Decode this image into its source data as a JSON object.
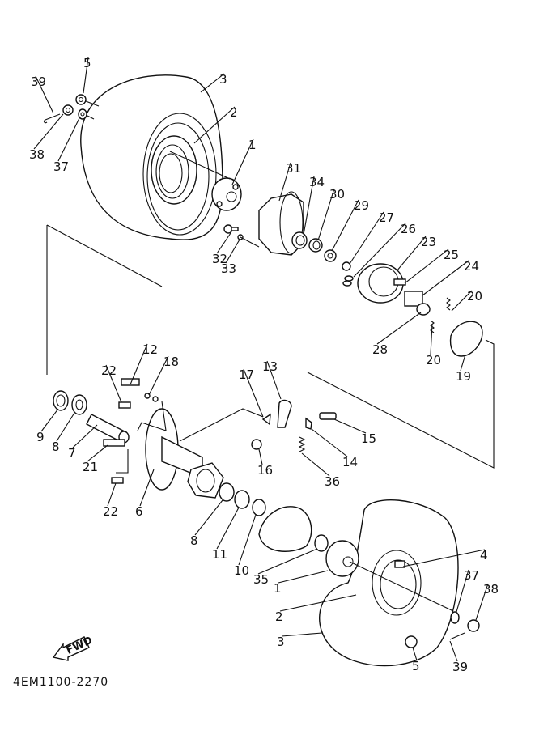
{
  "diagram": {
    "drawing_code": "4EM1100-2270",
    "fwd_label": "FWD",
    "callouts": [
      {
        "id": "c39a",
        "text": "39",
        "part": "cotter-pin"
      },
      {
        "id": "c5a",
        "text": "5",
        "part": "nut"
      },
      {
        "id": "c3a",
        "text": "3",
        "part": "tire"
      },
      {
        "id": "c2a",
        "text": "2",
        "part": "wheel"
      },
      {
        "id": "c38a",
        "text": "38",
        "part": "castle-nut"
      },
      {
        "id": "c37a",
        "text": "37",
        "part": "washer"
      },
      {
        "id": "c1a",
        "text": "1",
        "part": "hub"
      },
      {
        "id": "c31",
        "text": "31",
        "part": "brake-drum"
      },
      {
        "id": "c34",
        "text": "34",
        "part": "oil-seal"
      },
      {
        "id": "c30",
        "text": "30",
        "part": "bearing"
      },
      {
        "id": "c29",
        "text": "29",
        "part": "nut"
      },
      {
        "id": "c27",
        "text": "27",
        "part": "nut"
      },
      {
        "id": "c26",
        "text": "26",
        "part": "lock-washer"
      },
      {
        "id": "c23",
        "text": "23",
        "part": "brake-shoe-plate"
      },
      {
        "id": "c25",
        "text": "25",
        "part": "bolt"
      },
      {
        "id": "c24",
        "text": "24",
        "part": "cam-holder"
      },
      {
        "id": "c20a",
        "text": "20",
        "part": "spring"
      },
      {
        "id": "c32",
        "text": "32",
        "part": "bolt"
      },
      {
        "id": "c33",
        "text": "33",
        "part": "o-ring"
      },
      {
        "id": "c28",
        "text": "28",
        "part": "cap"
      },
      {
        "id": "c20b",
        "text": "20",
        "part": "spring"
      },
      {
        "id": "c19",
        "text": "19",
        "part": "brake-shoe"
      },
      {
        "id": "c12",
        "text": "12",
        "part": "bolt"
      },
      {
        "id": "c18",
        "text": "18",
        "part": "washer"
      },
      {
        "id": "c22a",
        "text": "22",
        "part": "bolt"
      },
      {
        "id": "c13",
        "text": "13",
        "part": "cam-lever"
      },
      {
        "id": "c17",
        "text": "17",
        "part": "indicator-plate"
      },
      {
        "id": "c15",
        "text": "15",
        "part": "bolt"
      },
      {
        "id": "c14",
        "text": "14",
        "part": "bracket"
      },
      {
        "id": "c16",
        "text": "16",
        "part": "nut"
      },
      {
        "id": "c36",
        "text": "36",
        "part": "spring"
      },
      {
        "id": "c9",
        "text": "9",
        "part": "oil-seal"
      },
      {
        "id": "c8a",
        "text": "8",
        "part": "bearing"
      },
      {
        "id": "c7",
        "text": "7",
        "part": "collar"
      },
      {
        "id": "c21",
        "text": "21",
        "part": "stud-bolt"
      },
      {
        "id": "c22b",
        "text": "22",
        "part": "bolt"
      },
      {
        "id": "c6",
        "text": "6",
        "part": "axle-housing"
      },
      {
        "id": "c8b",
        "text": "8",
        "part": "bearing"
      },
      {
        "id": "c11",
        "text": "11",
        "part": "bearing"
      },
      {
        "id": "c10",
        "text": "10",
        "part": "oil-seal"
      },
      {
        "id": "c35",
        "text": "35",
        "part": "oil-seal"
      },
      {
        "id": "c1b",
        "text": "1",
        "part": "hub"
      },
      {
        "id": "c4",
        "text": "4",
        "part": "valve"
      },
      {
        "id": "c2b",
        "text": "2",
        "part": "wheel"
      },
      {
        "id": "c3b",
        "text": "3",
        "part": "tire"
      },
      {
        "id": "c5b",
        "text": "5",
        "part": "nut"
      },
      {
        "id": "c37b",
        "text": "37",
        "part": "washer"
      },
      {
        "id": "c38b",
        "text": "38",
        "part": "castle-nut"
      },
      {
        "id": "c39b",
        "text": "39",
        "part": "cotter-pin"
      }
    ]
  }
}
